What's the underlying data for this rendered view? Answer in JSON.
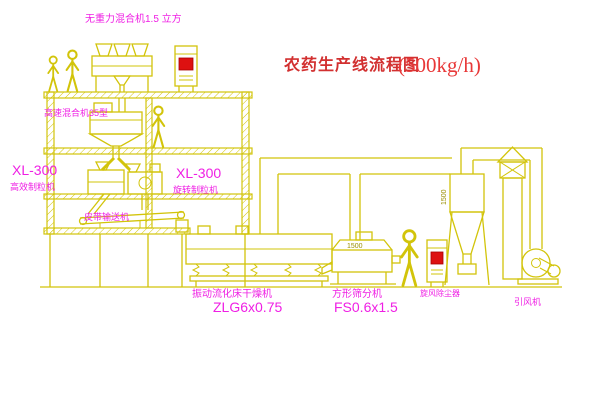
{
  "title": {
    "name": "农药生产线流程图",
    "capacity": "(500kg/h)"
  },
  "labels": {
    "gravity_free_mixer": "无重力混合机1.5 立方",
    "high_speed_mixer": "高速混合机35型",
    "granulator_left_model": "XL-300",
    "granulator_left_name": "高效制粒机",
    "granulator_right_model": "XL-300",
    "granulator_right_name": "旋转制粒机",
    "belt_conveyor": "皮带输送机",
    "fluid_bed_dryer_name": "振动流化床干燥机",
    "fluid_bed_dryer_model": "ZLG6x0.75",
    "square_sifter_name": "方形筛分机",
    "square_sifter_model": "FS0.6x1.5",
    "cyclone_dust_collector": "旋风除尘器",
    "induced_draft_fan": "引风机"
  },
  "dimensions": {
    "cyclone_height": "1500",
    "sifter_width": "1500"
  },
  "colors": {
    "line_yellow": "#d2c40a",
    "label_magenta": "#ef1fe4",
    "title_red": "#d23030",
    "screen_red": "#dd1111",
    "background": "#ffffff"
  }
}
